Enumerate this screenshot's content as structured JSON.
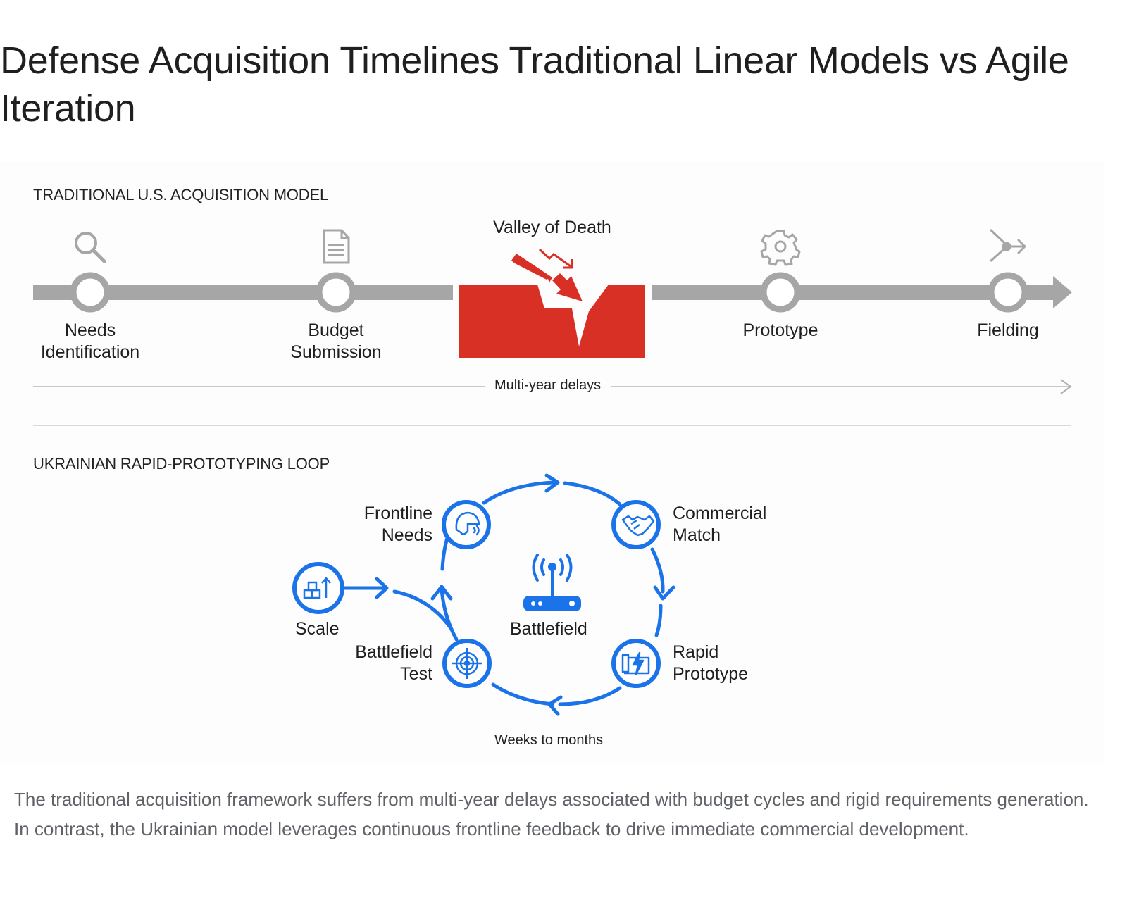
{
  "page": {
    "title": "Defense Acquisition Timelines Traditional Linear Models vs Agile Iteration",
    "caption": "The traditional acquisition framework suffers from multi-year delays associated with budget cycles and rigid requirements generation. In contrast, the Ukrainian model leverages continuous frontline feedback to drive immediate commercial development."
  },
  "colors": {
    "timeline_gray": "#a6a6a6",
    "valley_red": "#d93025",
    "loop_blue": "#1a73e8",
    "caption_gray": "#5f6368"
  },
  "traditional": {
    "section_label": "TRADITIONAL U.S. ACQUISITION MODEL",
    "stages": [
      {
        "label_line1": "Needs",
        "label_line2": "Identification",
        "icon": "search-icon"
      },
      {
        "label_line1": "Budget",
        "label_line2": "Submission",
        "icon": "document-icon"
      },
      {
        "label_line1": "Prototype",
        "label_line2": "",
        "icon": "gear-icon"
      },
      {
        "label_line1": "Fielding",
        "label_line2": "",
        "icon": "deploy-arrow-icon"
      }
    ],
    "valley": {
      "label": "Valley of Death",
      "icon": "falling-arrows-icon"
    },
    "duration_label": "Multi-year delays"
  },
  "ukrainian": {
    "section_label": "UKRAINIAN RAPID-PROTOTYPING LOOP",
    "center": {
      "label": "Battlefield",
      "icon": "radio-antenna-icon"
    },
    "nodes": [
      {
        "label_line1": "Frontline",
        "label_line2": "Needs",
        "icon": "helmet-radio-icon"
      },
      {
        "label_line1": "Commercial",
        "label_line2": "Match",
        "icon": "handshake-icon"
      },
      {
        "label_line1": "Rapid",
        "label_line2": "Prototype",
        "icon": "blueprint-lightning-icon"
      },
      {
        "label_line1": "Battlefield",
        "label_line2": "Test",
        "icon": "target-icon"
      }
    ],
    "scale": {
      "label": "Scale",
      "icon": "boxes-growth-icon"
    },
    "duration_label": "Weeks to months"
  }
}
